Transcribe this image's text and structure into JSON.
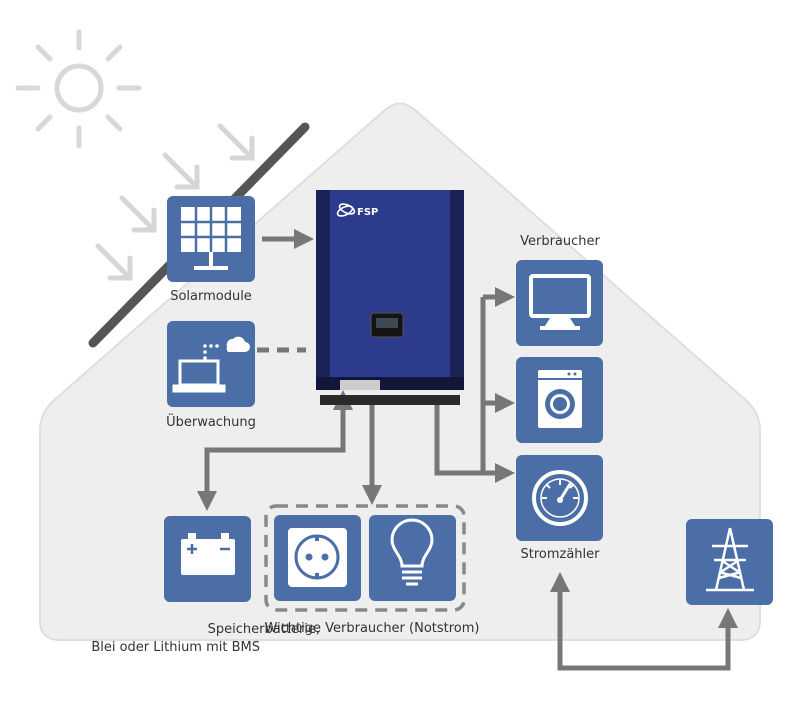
{
  "colors": {
    "tile": "#4a6ea5",
    "arrow": "#777777",
    "house": "#eeeeee",
    "inverter": "#2d3b8c",
    "inverter_dark": "#1b2255",
    "sun": "#dcdcdc"
  },
  "inverter": {
    "brand": "FSP",
    "icon": "fsp-logo-icon"
  },
  "labels": {
    "solar": "Solarmodule",
    "monitoring": "Überwachung",
    "consumers": "Verbraucher",
    "meter": "Stromzähler",
    "battery_line1": "Speicherbatterie,",
    "battery_line2": "Blei oder Lithium mit BMS",
    "critical": "Wichtige Verbraucher (Notstrom)"
  },
  "icons": {
    "solar": "solar-panel-icon",
    "monitoring": "monitor-cloud-icon",
    "monitor": "monitor-icon",
    "washer": "washing-machine-icon",
    "meter": "meter-gauge-icon",
    "battery": "battery-icon",
    "socket": "power-socket-icon",
    "bulb": "light-bulb-icon",
    "grid": "power-pylon-icon",
    "sun": "sun-icon"
  }
}
